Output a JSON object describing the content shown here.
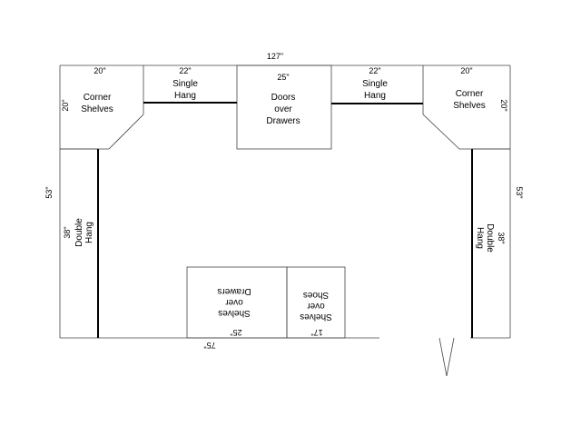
{
  "overall": {
    "top_width": "127\"",
    "left_depth": "53\"",
    "right_depth": "53\"",
    "bottom_left_wall": "75\""
  },
  "sections": {
    "corner_left": {
      "label_1": "Corner",
      "label_2": "Shelves",
      "width": "20\"",
      "depth": "20\""
    },
    "single_left": {
      "label_1": "Single",
      "label_2": "Hang",
      "width": "22\""
    },
    "doors_drawers": {
      "label_1": "Doors",
      "label_2": "over",
      "label_3": "Drawers",
      "width": "25\""
    },
    "single_right": {
      "label_1": "Single",
      "label_2": "Hang",
      "width": "22\""
    },
    "corner_right": {
      "label_1": "Corner",
      "label_2": "Shelves",
      "width": "20\"",
      "depth": "20\""
    },
    "double_left": {
      "label_1": "Double",
      "label_2": "Hang",
      "length": "38\""
    },
    "double_right": {
      "label_1": "Double",
      "label_2": "Hang",
      "length": "38\""
    },
    "shelves_drawers": {
      "label_1": "Shelves",
      "label_2": "over",
      "label_3": "Drawers",
      "width": "25\""
    },
    "shelves_shoes": {
      "label_1": "Shelves",
      "label_2": "over",
      "label_3": "Shoes",
      "width": "17\""
    }
  },
  "colors": {
    "line": "#000000",
    "wall": "#444444",
    "background": "#ffffff"
  }
}
